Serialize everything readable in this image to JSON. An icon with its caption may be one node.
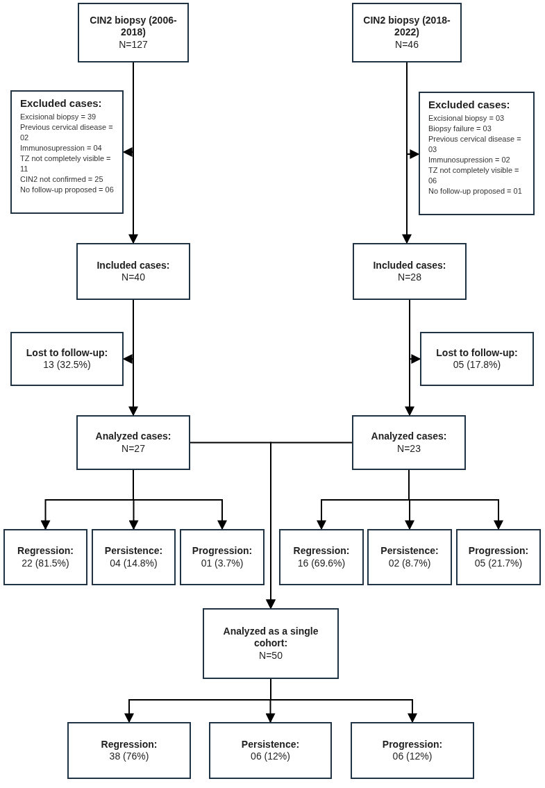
{
  "diagram": {
    "nodes": [
      {
        "text": [
          "CIN2 biopsy (2006-2018)",
          "N=127"
        ]
      },
      {
        "text": [
          "CIN2 biopsy (2018-2022)",
          "N=46"
        ]
      },
      {
        "text": [
          "Excluded cases:",
          "Excisional biopsy = 39",
          "Previous cervical disease = 02",
          "Immunosupression = 04",
          "TZ not completely visible = 11",
          "CIN2 not confirmed = 25",
          "No follow-up proposed = 06"
        ]
      },
      {
        "text": [
          "Excluded cases:",
          "Excisional biopsy = 03",
          "Biopsy failure = 03",
          "Previous cervical disease = 03",
          "Immunosupression = 02",
          "TZ not completely visible = 06",
          "No follow-up proposed = 01"
        ]
      },
      {
        "text": [
          "Included cases:",
          "N=40"
        ]
      },
      {
        "text": [
          "Included cases:",
          "N=28"
        ]
      },
      {
        "text": [
          "Lost to follow-up:",
          "13 (32.5%)"
        ]
      },
      {
        "text": [
          "Lost to follow-up:",
          "05 (17.8%)"
        ]
      },
      {
        "text": [
          "Analyzed cases:",
          "N=27"
        ]
      },
      {
        "text": [
          "Analyzed cases:",
          "N=23"
        ]
      },
      {
        "text": [
          "Regression:",
          "22 (81.5%)"
        ]
      },
      {
        "text": [
          "Persistence:",
          "04 (14.8%)"
        ]
      },
      {
        "text": [
          "Progression:",
          "01 (3.7%)"
        ]
      },
      {
        "text": [
          "Regression:",
          "16 (69.6%)"
        ]
      },
      {
        "text": [
          "Persistence:",
          "02 (8.7%)"
        ]
      },
      {
        "text": [
          "Progression:",
          "05 (21.7%)"
        ]
      },
      {
        "text": [
          "Analyzed as a single cohort:",
          "N=50"
        ]
      },
      {
        "text": [
          "Regression:",
          "38 (76%)"
        ]
      },
      {
        "text": [
          "Persistence:",
          "06 (12%)"
        ]
      },
      {
        "text": [
          "Progression:",
          "06 (12%)"
        ]
      }
    ],
    "edges": [
      {
        "from": 0,
        "to": 2,
        "arrow": "to"
      },
      {
        "from": 0,
        "to": 4,
        "arrow": "to"
      },
      {
        "from": 1,
        "to": 3,
        "arrow": "to"
      },
      {
        "from": 1,
        "to": 5,
        "arrow": "to"
      },
      {
        "from": 4,
        "to": 6,
        "arrow": "to"
      },
      {
        "from": 4,
        "to": 8,
        "arrow": "to"
      },
      {
        "from": 5,
        "to": 7,
        "arrow": "to"
      },
      {
        "from": 5,
        "to": 9,
        "arrow": "to"
      },
      {
        "from": 8,
        "to": 10,
        "arrow": "to"
      },
      {
        "from": 8,
        "to": 11,
        "arrow": "to"
      },
      {
        "from": 8,
        "to": 12,
        "arrow": "to"
      },
      {
        "from": 9,
        "to": 13,
        "arrow": "to"
      },
      {
        "from": 9,
        "to": 14,
        "arrow": "to"
      },
      {
        "from": 9,
        "to": 15,
        "arrow": "to"
      },
      {
        "from": 8,
        "to": 16,
        "arrow": "to"
      },
      {
        "from": 9,
        "to": 16,
        "arrow": "to"
      },
      {
        "from": 16,
        "to": 17,
        "arrow": "to"
      },
      {
        "from": 16,
        "to": 18,
        "arrow": "to"
      },
      {
        "from": 16,
        "to": 19,
        "arrow": "to"
      }
    ]
  }
}
